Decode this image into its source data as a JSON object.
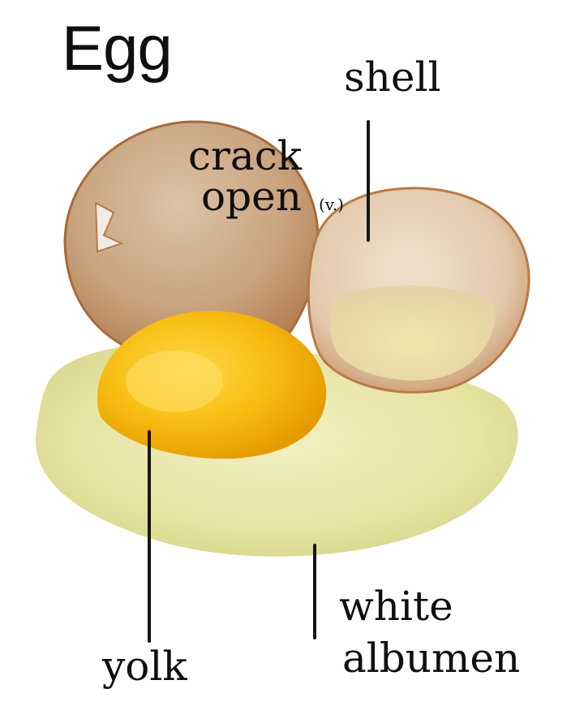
{
  "title": "Egg",
  "labels": {
    "shell": "shell",
    "crack": "crack",
    "open": "open",
    "verb_marker": "(v.)",
    "yolk": "yolk",
    "white": "white",
    "albumen": "albumen"
  },
  "colors": {
    "shell_outer": "#c8895a",
    "shell_inner": "#e6cfb8",
    "yolk": "#f7b400",
    "albumen": "#e8e6a8",
    "label_text": "#0f0f0f",
    "background": "#ffffff"
  }
}
